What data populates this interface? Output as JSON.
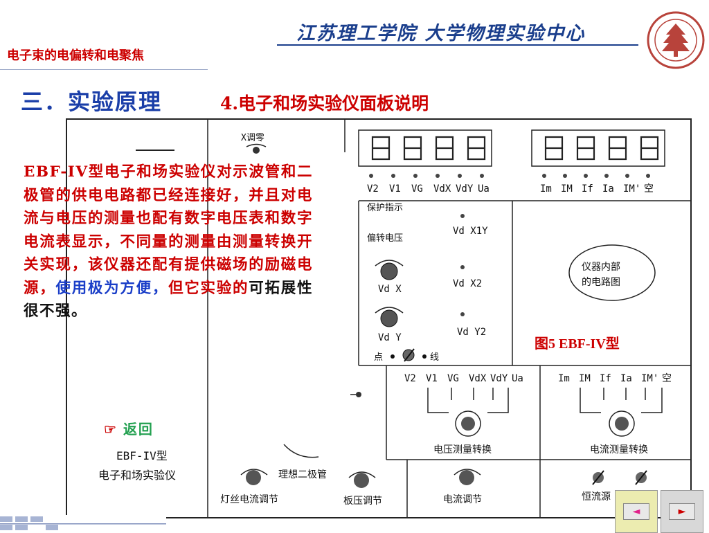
{
  "header": {
    "slide_title": "电子束的电偏转和电聚焦",
    "institute": "江苏理工学院 大学物理实验中心"
  },
  "section": {
    "heading": "三．实验原理",
    "subheading": "4.电子和场实验仪面板说明"
  },
  "description": {
    "red_part": "EBF-IV型电子和场实验仪对示波管和二极管的供电电路都已经连接好，并且对电流与电压的测量也配有数字电压表和数字电流表显示，不同量的测量由测量转换开关实现，该仪器还配有提供磁场的励磁电源，",
    "blue_part": "使用极为方便，",
    "red_part2": "但它实验的",
    "black_part": "可拓展性很不强。"
  },
  "return_link": "返回",
  "figure_caption": "图5 EBF-IV型",
  "panel": {
    "x_zero": "X调零",
    "voltage_labels": [
      "V2",
      "V1",
      "VG",
      "VdX",
      "VdY",
      "Ua"
    ],
    "current_labels": [
      "Im",
      "IM",
      "If",
      "Ia",
      "IM'",
      "空"
    ],
    "protect": "保护指示",
    "deflect": "偏转电压",
    "vdx1y": "Vd X1Y",
    "vdx": "Vd X",
    "vdx2": "Vd X2",
    "vdy": "Vd Y",
    "vdy2": "Vd Y2",
    "point": "点",
    "line": "线",
    "circuit_line1": "仪器内部",
    "circuit_line2": "的电路图",
    "voltage_switch": "电压测量转换",
    "current_switch": "电流测量转换",
    "model_line1": "EBF-IV型",
    "model_line2": "电子和场实验仪",
    "ideal_diode": "理想二极管",
    "filament": "灯丝电流调节",
    "plate": "板压调节",
    "current_adj": "电流调节",
    "constant_source": "恒流源"
  },
  "nav": {
    "prev": "◄",
    "next": "►"
  },
  "colors": {
    "title_red": "#cc0000",
    "heading_blue": "#1a3ea8",
    "institute_blue": "#1a3e8c",
    "return_green": "#22a050"
  }
}
